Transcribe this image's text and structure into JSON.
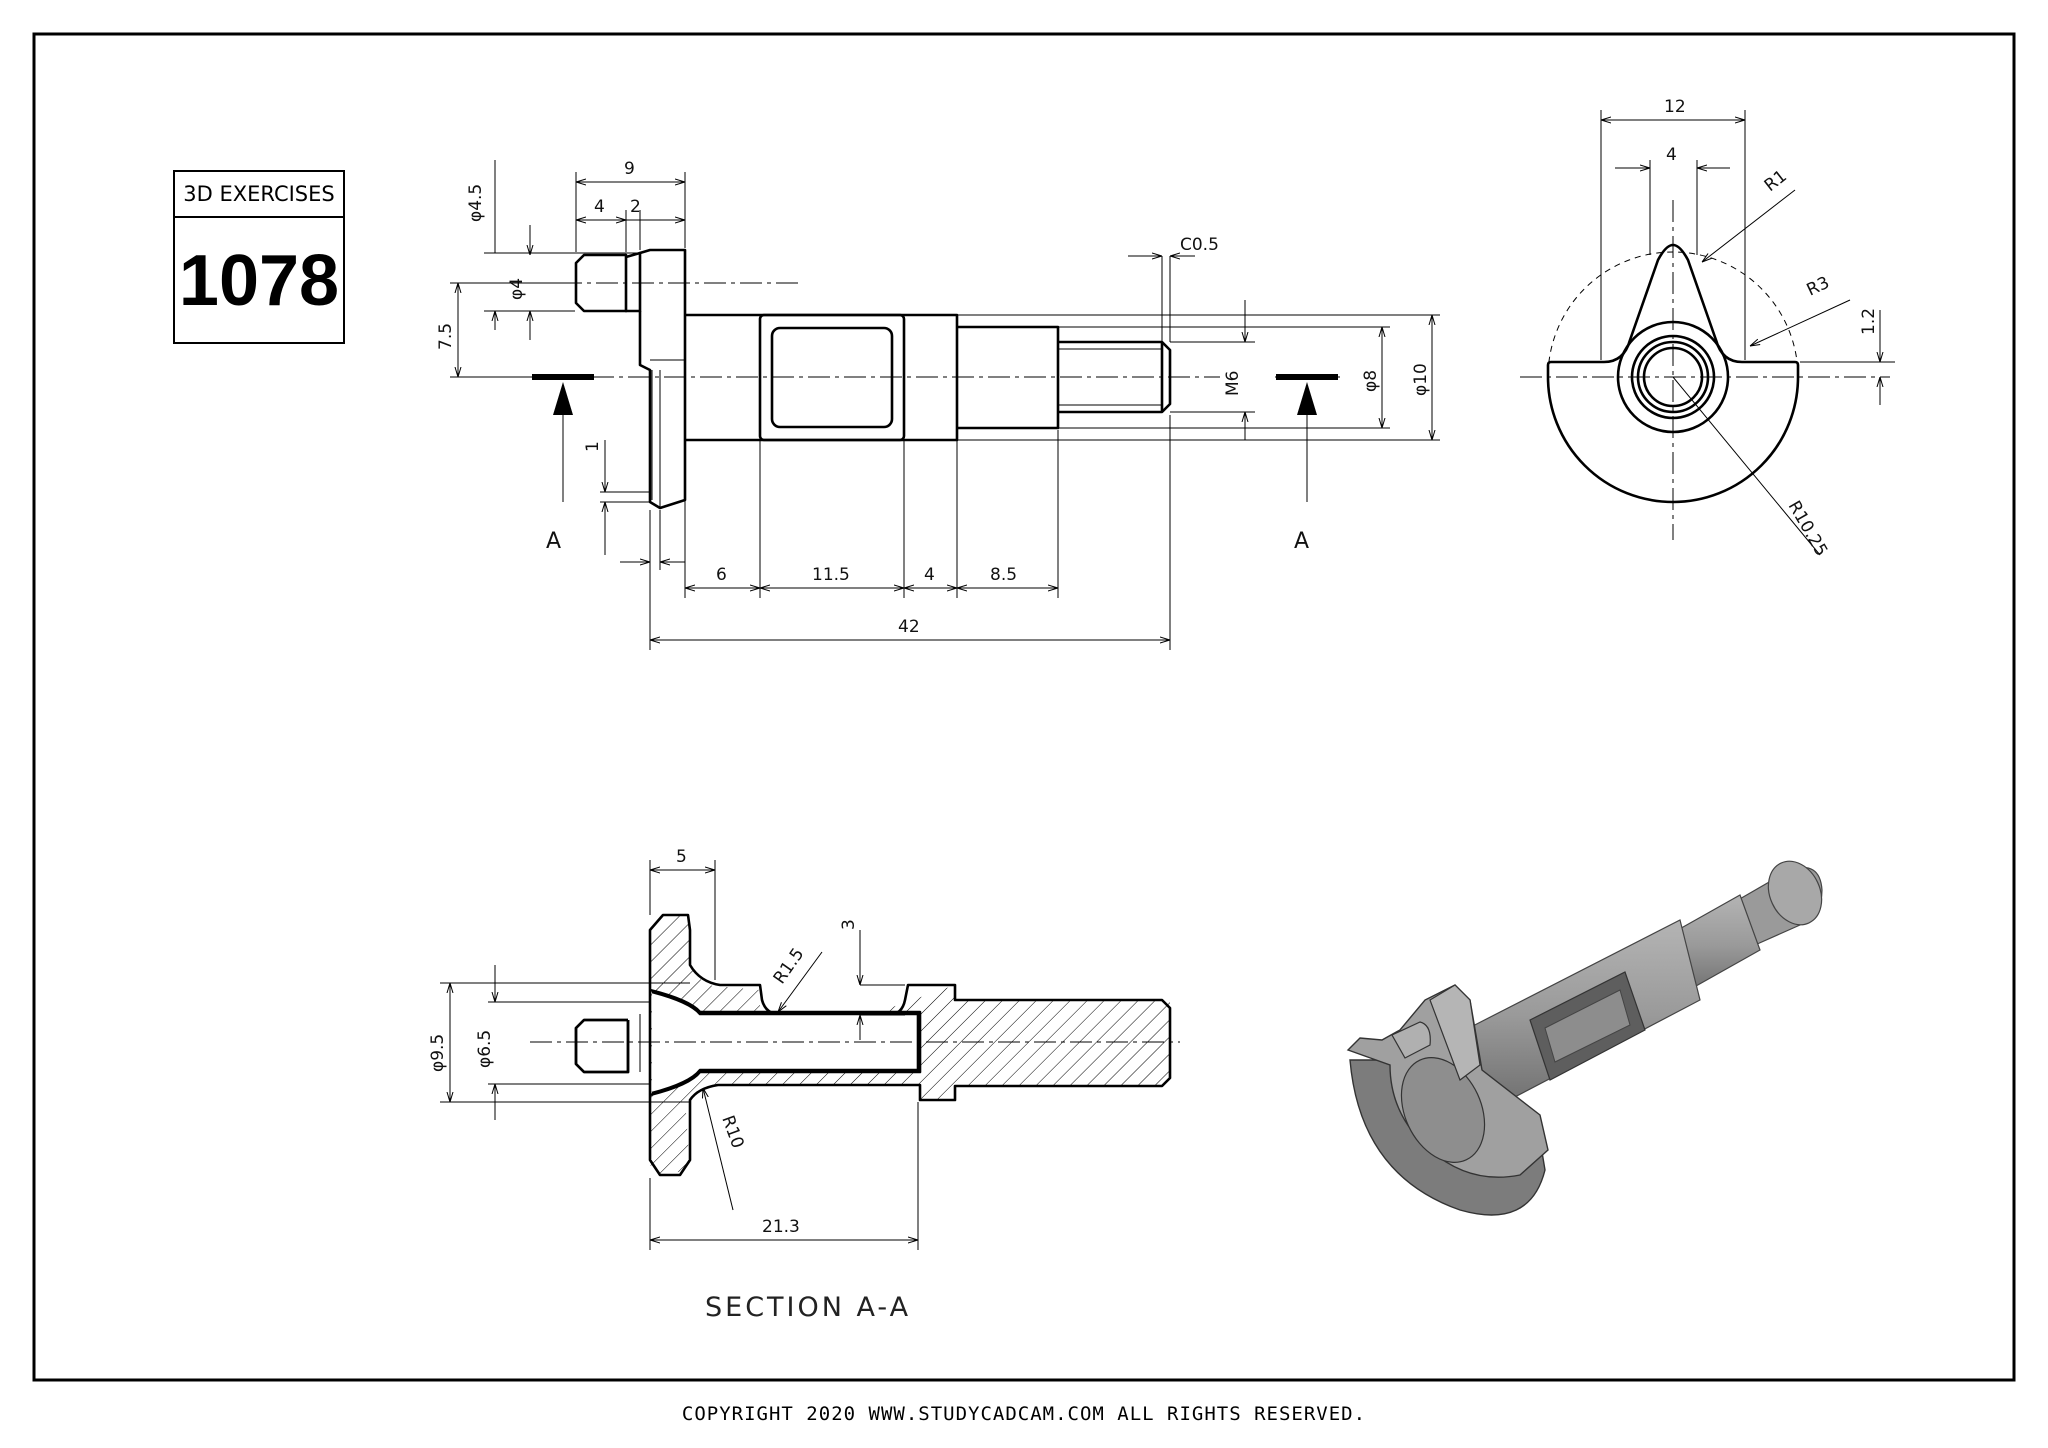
{
  "title_block": {
    "label": "3D EXERCISES",
    "number": "1078"
  },
  "front_view": {
    "dims": {
      "d_4_5": "φ4.5",
      "len_9": "9",
      "len_4": "4",
      "len_2": "2",
      "d_4": "φ4",
      "off_7_5": "7.5",
      "len_1": "1",
      "chamfer": "C0.5",
      "thread": "M6",
      "d_8": "φ8",
      "d_10": "φ10",
      "len_6": "6",
      "len_11_5": "11.5",
      "len_4b": "4",
      "len_8_5": "8.5",
      "len_42": "42"
    },
    "section_marks": {
      "left": "A",
      "right": "A"
    }
  },
  "side_view": {
    "dims": {
      "w_12": "12",
      "w_4": "4",
      "r_1": "R1",
      "r_3": "R3",
      "h_1_2": "1.2",
      "r_10_25": "R10.25"
    }
  },
  "section_view": {
    "title": "SECTION A-A",
    "dims": {
      "len_5": "5",
      "r_1_5": "R1.5",
      "depth_3": "3",
      "d_9_5": "φ9.5",
      "d_6_5": "φ6.5",
      "r_10": "R10",
      "len_21_3": "21.3"
    }
  },
  "iso_view": {
    "fill_light": "#a9a9a9",
    "fill_mid": "#8a8a8a",
    "fill_dark": "#6a6a6a"
  },
  "footer": {
    "copyright": "COPYRIGHT  2020 WWW.STUDYCADCAM.COM ALL RIGHTS RESERVED."
  }
}
